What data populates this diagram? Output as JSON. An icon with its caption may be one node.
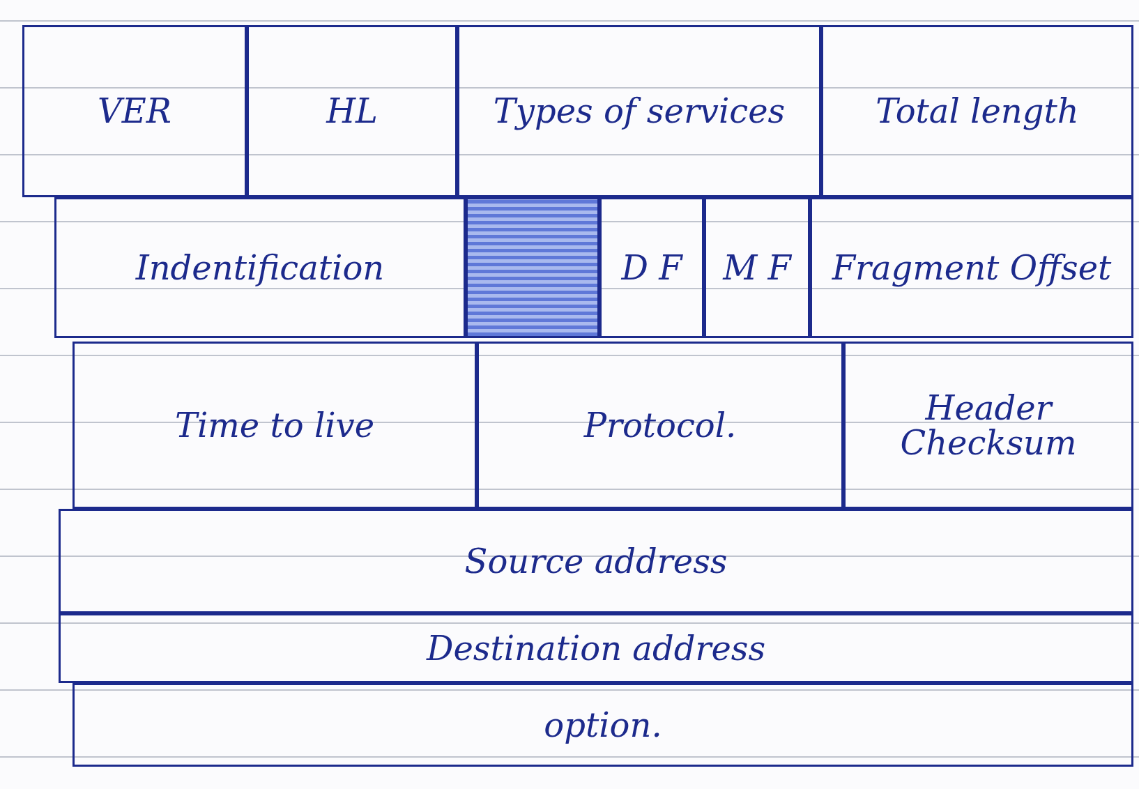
{
  "diagram": {
    "nodes": [
      {
        "text": [
          "VER"
        ]
      },
      {
        "text": [
          "HL"
        ]
      },
      {
        "text": [
          "Types of services"
        ]
      },
      {
        "text": [
          "Total length"
        ]
      },
      {
        "text": [
          "Indentification"
        ]
      },
      {
        "text": [],
        "shape": "box"
      },
      {
        "text": [
          "D F"
        ]
      },
      {
        "text": [
          "M F"
        ]
      },
      {
        "text": [
          "Fragment Offset"
        ]
      },
      {
        "text": [
          "Time to live"
        ]
      },
      {
        "text": [
          "Protocol."
        ]
      },
      {
        "text": [
          "Header Checksum"
        ]
      },
      {
        "text": [
          "Source address"
        ]
      },
      {
        "text": [
          "Destination address"
        ]
      },
      {
        "text": [
          "option."
        ]
      }
    ]
  }
}
